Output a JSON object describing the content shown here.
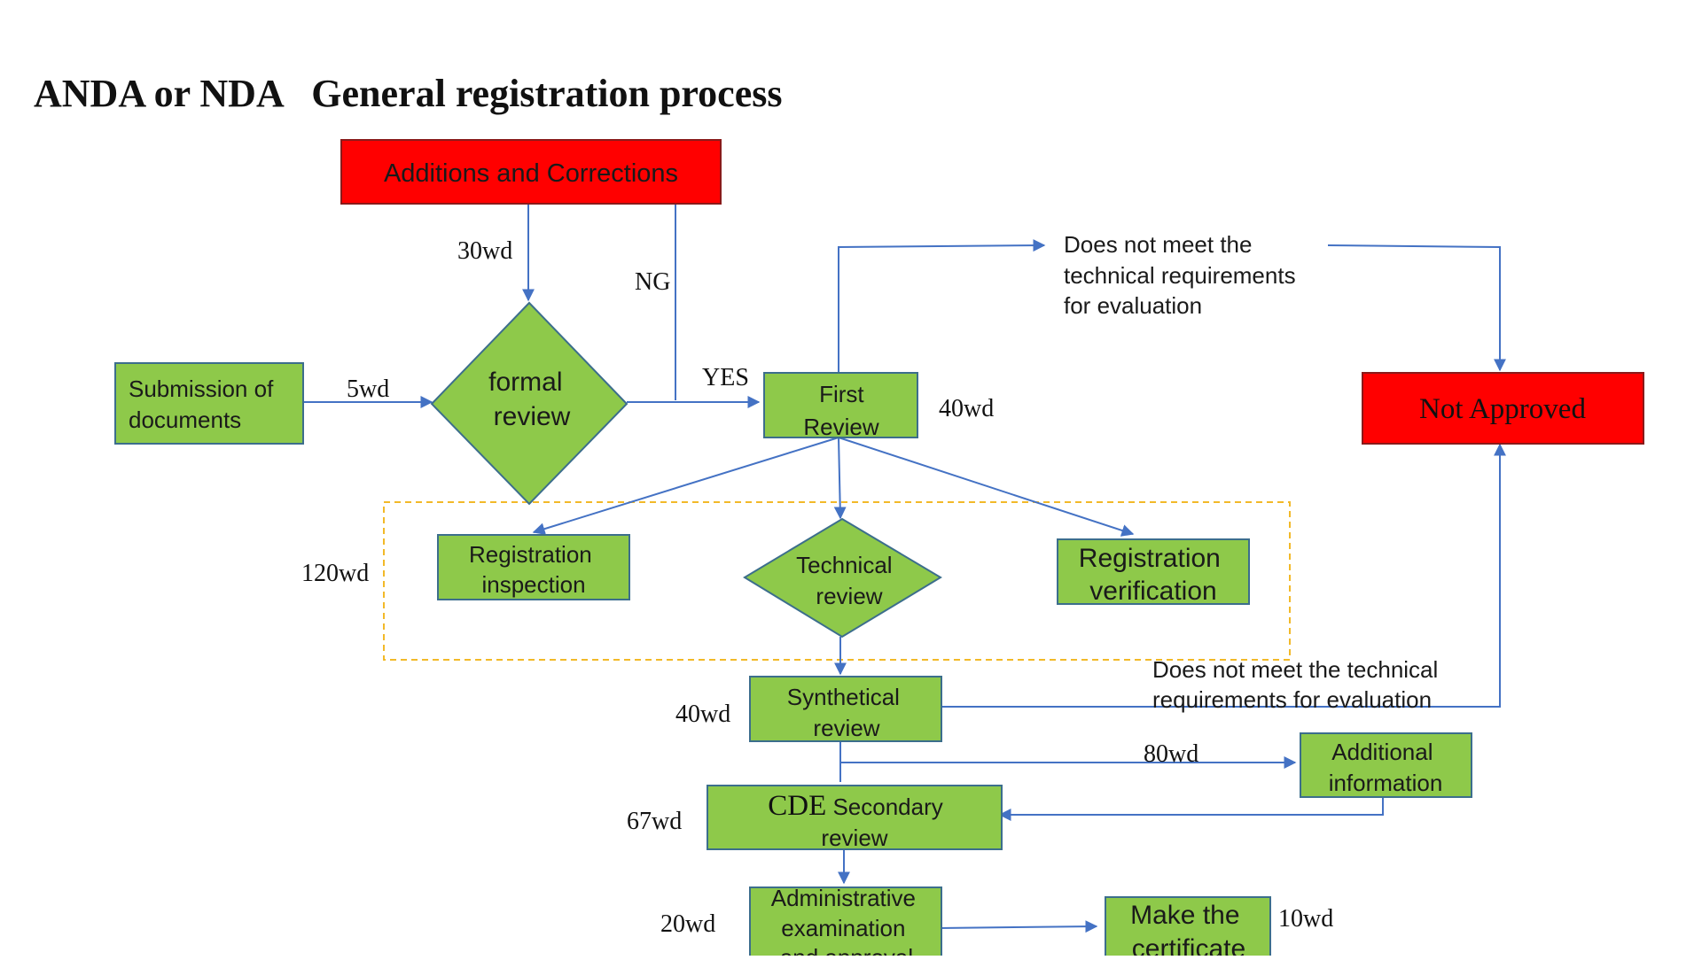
{
  "title": "ANDA or NDA   General registration process",
  "colors": {
    "green": "#8ec94a",
    "green_border": "#3c6e8c",
    "red": "#ff0000",
    "red_border": "#8a1a1a",
    "arrow": "#4472c4",
    "dashed": "#f2b929",
    "text": "#1a1a1a"
  },
  "nodes": {
    "additions": "Additions and Corrections",
    "submission": [
      "Submission of",
      "documents"
    ],
    "formal_review": [
      "formal",
      "review"
    ],
    "first_review": [
      "First",
      "Review"
    ],
    "not_approved": "Not Approved",
    "reg_inspection": [
      "Registration",
      "inspection"
    ],
    "technical_review": [
      "Technical",
      "review"
    ],
    "reg_verification": [
      "Registration",
      "verification"
    ],
    "synthetical_review": [
      "Synthetical",
      "review"
    ],
    "additional_info": [
      "Additional",
      "information"
    ],
    "cde_review": {
      "prefix": "CDE",
      "rest": " Secondary",
      "line2": "review"
    },
    "admin_exam": [
      "Administrative",
      "examination",
      "and approval"
    ],
    "certificate": [
      "Make the",
      "certificate"
    ]
  },
  "notes": {
    "not_meet_top": [
      "Does not meet the",
      "technical requirements",
      "for evaluation"
    ],
    "not_meet_bottom": [
      "Does not meet the technical",
      "requirements for evaluation"
    ]
  },
  "labels": {
    "wd30": "30wd",
    "ng": "NG",
    "wd5": "5wd",
    "yes": "YES",
    "wd40_first": "40wd",
    "wd120": "120wd",
    "wd40_synth": "40wd",
    "wd80": "80wd",
    "wd67": "67wd",
    "wd20": "20wd",
    "wd10": "10wd"
  }
}
